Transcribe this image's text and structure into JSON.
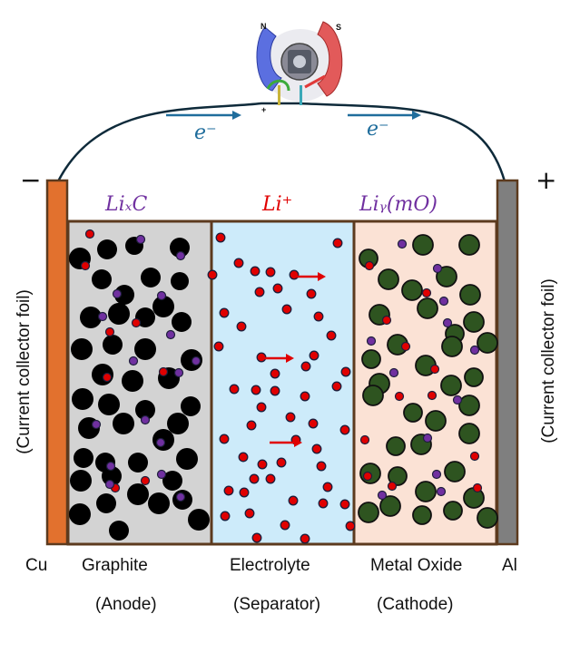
{
  "signs": {
    "negative": "−",
    "positive": "+"
  },
  "electron_label": "e⁻",
  "compositions": {
    "anode": "LiₓC",
    "electrolyte": "Li⁺",
    "cathode": "Liᵧ(mO)"
  },
  "collector_label": "(Current collector foil)",
  "bottom_labels": {
    "cu": "Cu",
    "al": "Al",
    "graphite": "Graphite",
    "anode": "(Anode)",
    "electrolyte": "Electrolyte",
    "separator": "(Separator)",
    "metal_oxide": "Metal Oxide",
    "cathode": "(Cathode)"
  },
  "motor_poles": {
    "north": "N",
    "south": "S",
    "terminal": "+"
  },
  "colors": {
    "cu_foil": "#E2712E",
    "al_foil": "#7F7F7F",
    "anode_bg": "#D3D3D3",
    "electrolyte_bg": "#CDEBFA",
    "cathode_bg": "#FBE2D5",
    "border": "#5C3A1E",
    "graphite_particle": "#000000",
    "oxide_particle": "#2E5420",
    "li_ion": "#E00000",
    "intercalated_li": "#7030A0",
    "electron": "#1F6D9C",
    "wire": "#0E2A3A",
    "arrow": "#E00000",
    "comp_text_anode": "#7030A0",
    "comp_text_electrolyte": "#E00000"
  },
  "icons": {
    "motor": "dc-motor-icon",
    "electron_flow": "electron-flow-arrow-icon",
    "ion_flow": "ion-flow-arrow-icon"
  }
}
